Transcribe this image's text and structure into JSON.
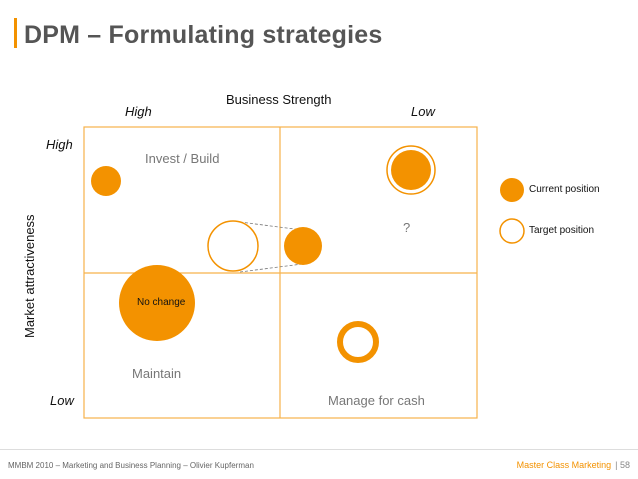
{
  "title": "DPM – Formulating strategies",
  "x_axis": {
    "title": "Business Strength",
    "high": "High",
    "low": "Low"
  },
  "y_axis": {
    "title": "Market attractiveness",
    "high": "High",
    "low": "Low"
  },
  "quadrants": {
    "top_left": "Invest / Build",
    "top_right": "?",
    "bottom_left": "Maintain",
    "bottom_right": "Manage for cash"
  },
  "bubble_label": "No change",
  "legend": {
    "current": "Current position",
    "target": "Target position"
  },
  "colors": {
    "accent": "#f39200",
    "grid": "#f7b24b"
  },
  "footer": {
    "left": "MMBM 2010 – Marketing and Business Planning – Olivier Kupferman",
    "right": "Master Class Marketing",
    "page": "| 58"
  }
}
